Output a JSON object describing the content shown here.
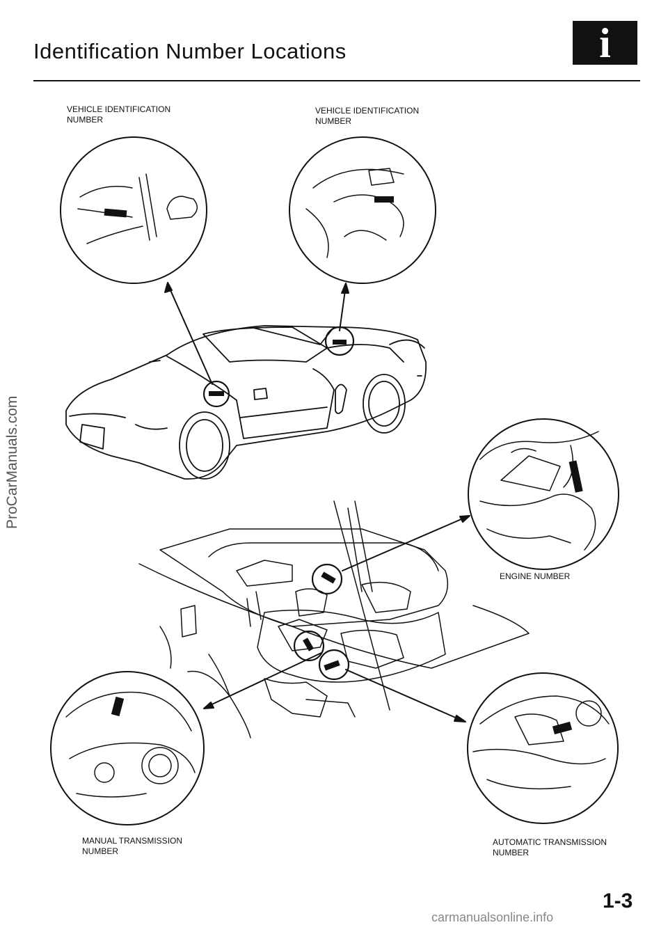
{
  "header": {
    "title": "Identification Number Locations",
    "info_glyph": "i",
    "info_icon": "info-icon"
  },
  "labels": {
    "vin_left": "VEHICLE IDENTIFICATION\nNUMBER",
    "vin_right": "VEHICLE IDENTIFICATION\nNUMBER",
    "engine": "ENGINE NUMBER",
    "manual": "MANUAL TRANSMISSION\nNUMBER",
    "automatic": "AUTOMATIC TRANSMISSION\nNUMBER"
  },
  "watermark_side": "ProCarManuals.com",
  "page_number": "1-3",
  "footer_watermark": "carmanualsonline.info"
}
